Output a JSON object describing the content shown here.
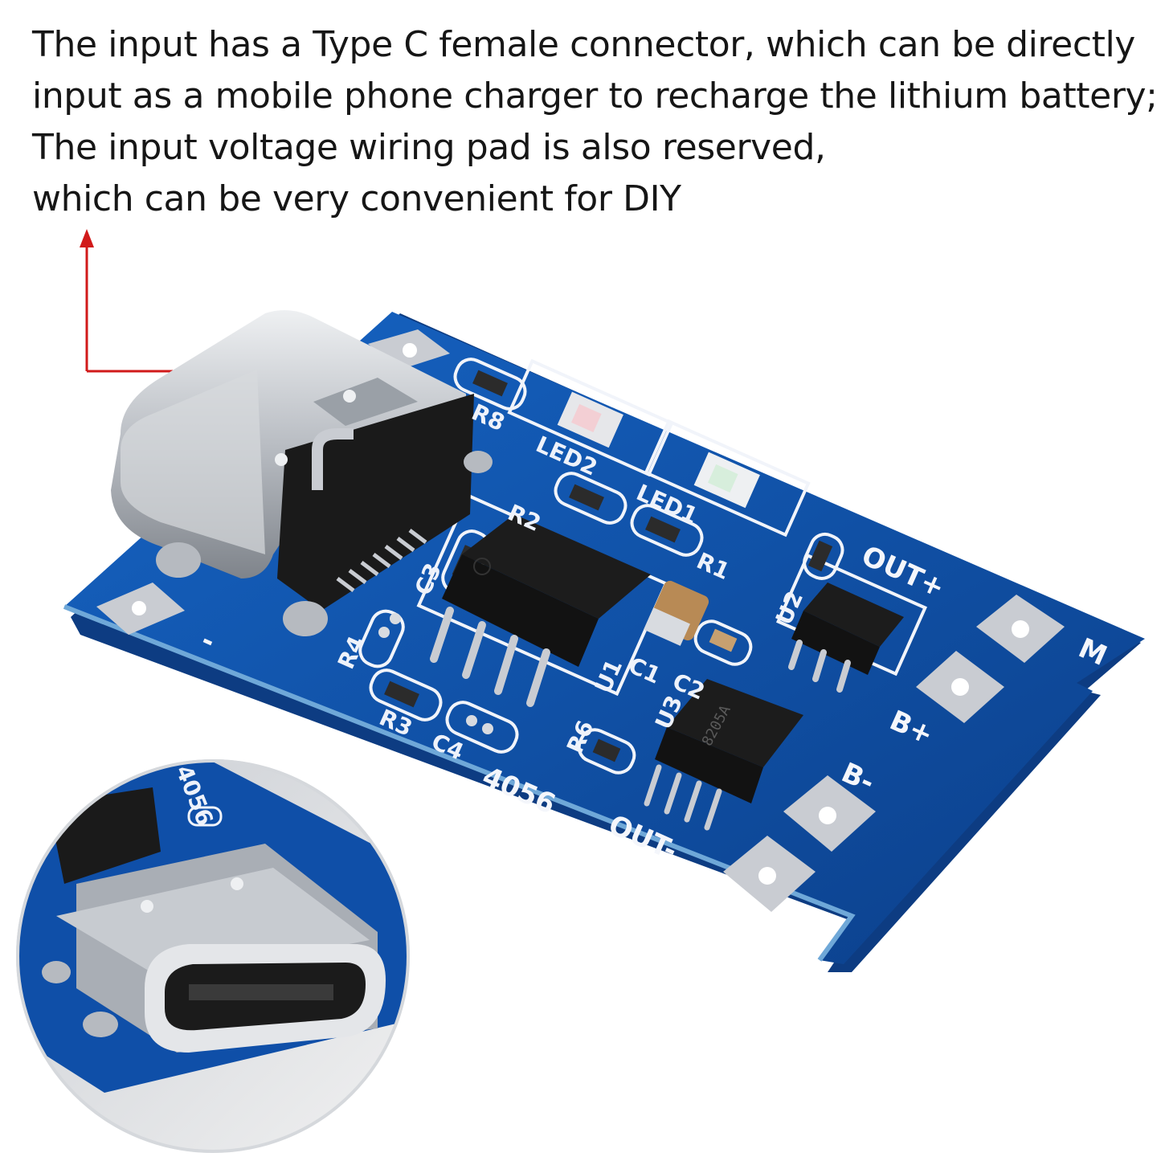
{
  "caption": {
    "lines": [
      "The input has a Type C female connector, which can be directly",
      "input as a mobile phone charger to recharge the lithium battery;",
      "The input voltage wiring pad is also reserved,",
      "which can be very convenient for DIY"
    ]
  },
  "board": {
    "model": "4056",
    "pad_labels": {
      "out_plus": "OUT+",
      "out_minus": "OUT-",
      "b_plus": "B+",
      "b_minus": "B-",
      "m": "M",
      "minus": "-"
    },
    "component_labels": [
      "R2",
      "R1",
      "R3",
      "R4",
      "R6",
      "C1",
      "C2",
      "C3",
      "C4",
      "U1",
      "U2",
      "U3",
      "LED1",
      "LED2",
      "R8"
    ],
    "chip_markings": {
      "protector": "8205A"
    }
  },
  "inset": {
    "labels": [
      "4056"
    ]
  },
  "colors": {
    "pcb": "#0f4fa8",
    "pcb_dark": "#0b3f8a",
    "pad": "#c9ccd2",
    "arrow": "#d11a1a",
    "text": "#161616"
  }
}
